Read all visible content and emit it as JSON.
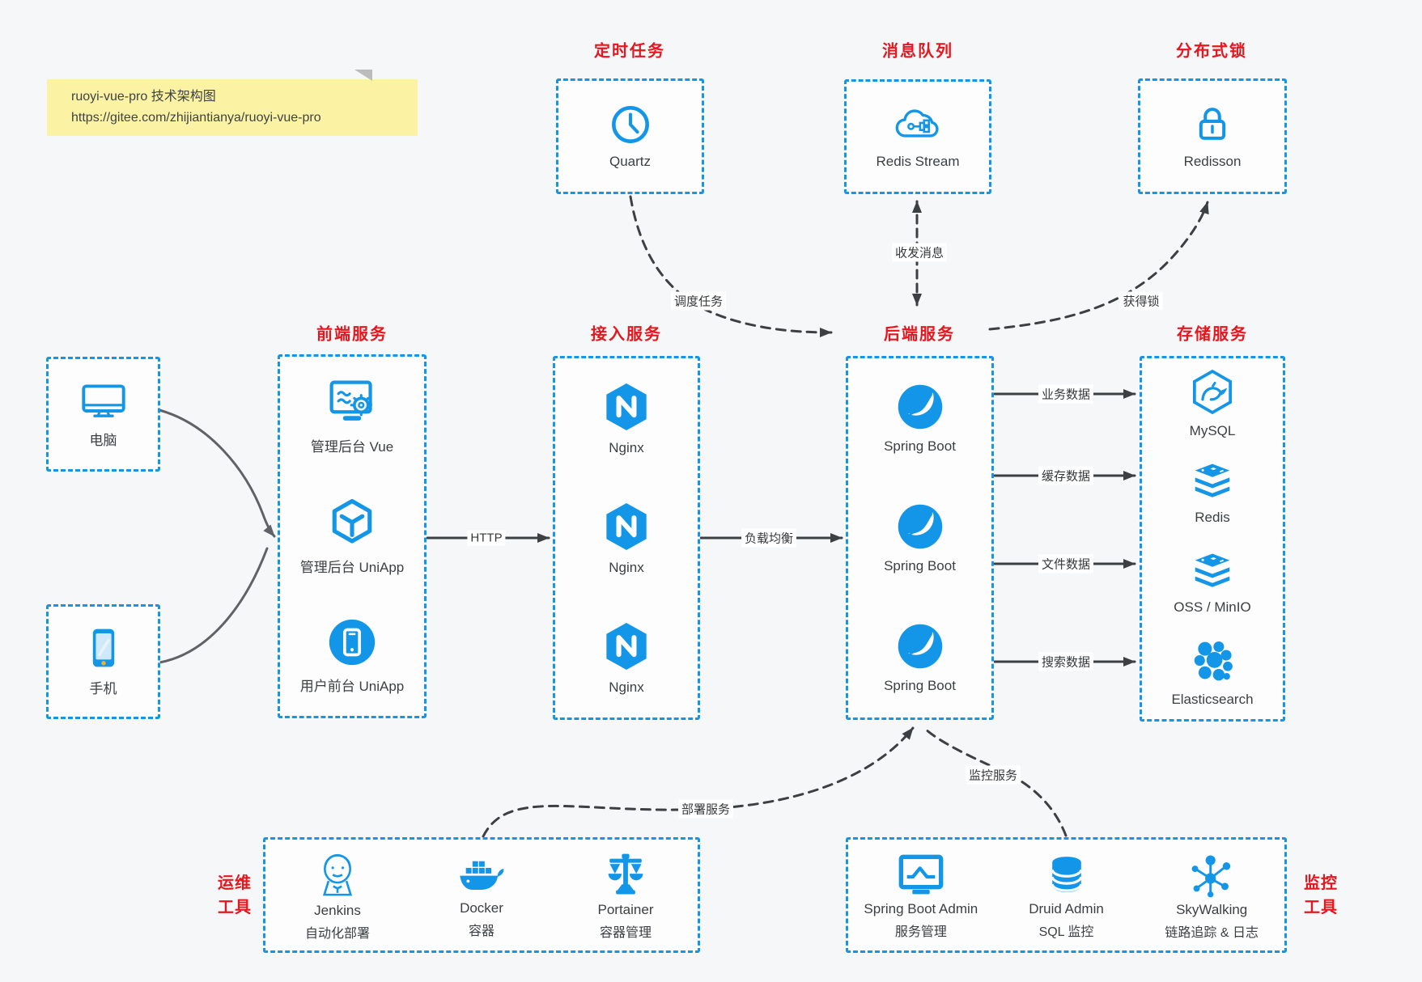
{
  "note": {
    "title": "ruoyi-vue-pro 技术架构图",
    "url": "https://gitee.com/zhijiantianya/ruoyi-vue-pro"
  },
  "titles": {
    "scheduler": "定时任务",
    "mq": "消息队列",
    "lock": "分布式锁",
    "frontend": "前端服务",
    "gateway": "接入服务",
    "backend": "后端服务",
    "storage": "存储服务",
    "ops_line1": "运维",
    "ops_line2": "工具",
    "monitor_line1": "监控",
    "monitor_line2": "工具"
  },
  "nodes": {
    "scheduler": {
      "label": "Quartz"
    },
    "mq": {
      "label": "Redis Stream"
    },
    "lock": {
      "label": "Redisson"
    },
    "clients": [
      {
        "label": "电脑"
      },
      {
        "label": "手机"
      }
    ],
    "frontend": [
      {
        "label": "管理后台 Vue"
      },
      {
        "label": "管理后台 UniApp"
      },
      {
        "label": "用户前台 UniApp"
      }
    ],
    "gateway": [
      {
        "label": "Nginx"
      },
      {
        "label": "Nginx"
      },
      {
        "label": "Nginx"
      }
    ],
    "backend": [
      {
        "label": "Spring Boot"
      },
      {
        "label": "Spring Boot"
      },
      {
        "label": "Spring Boot"
      }
    ],
    "storage": [
      {
        "label": "MySQL"
      },
      {
        "label": "Redis"
      },
      {
        "label": "OSS / MinIO"
      },
      {
        "label": "Elasticsearch"
      }
    ],
    "ops": [
      {
        "name": "Jenkins",
        "desc": "自动化部署"
      },
      {
        "name": "Docker",
        "desc": "容器"
      },
      {
        "name": "Portainer",
        "desc": "容器管理"
      }
    ],
    "monitor": [
      {
        "name": "Spring Boot Admin",
        "desc": "服务管理"
      },
      {
        "name": "Druid Admin",
        "desc": "SQL 监控"
      },
      {
        "name": "SkyWalking",
        "desc": "链路追踪 & 日志"
      }
    ]
  },
  "edges": {
    "http": "HTTP",
    "lb": "负载均衡",
    "schedule": "调度任务",
    "messages": "收发消息",
    "acquire_lock": "获得锁",
    "biz_data": "业务数据",
    "cache_data": "缓存数据",
    "file_data": "文件数据",
    "search_data": "搜索数据",
    "deploy": "部署服务",
    "monitoring": "监控服务"
  },
  "colors": {
    "accent_blue": "#1496e8",
    "title_red": "#e6161f",
    "note_bg": "#fbf3a3"
  }
}
